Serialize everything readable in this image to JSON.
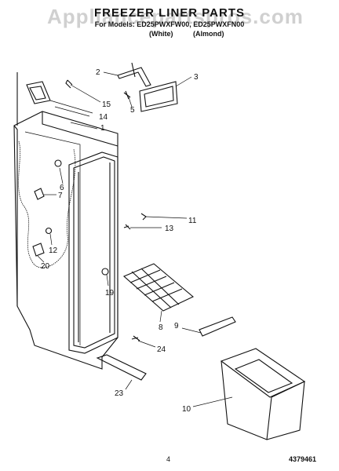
{
  "watermark": "Appliancepartspros.com",
  "title": "FREEZER LINER PARTS",
  "subtitle": "For Models: ED25PWXFW00, ED25PWXFN00",
  "color_labels": [
    "(White)",
    "(Almond)"
  ],
  "callouts": [
    "1",
    "2",
    "3",
    "5",
    "6",
    "7",
    "8",
    "9",
    "10",
    "11",
    "12",
    "13",
    "14",
    "15",
    "19",
    "20",
    "23",
    "24"
  ],
  "page_number": "4",
  "doc_number": "4379461"
}
